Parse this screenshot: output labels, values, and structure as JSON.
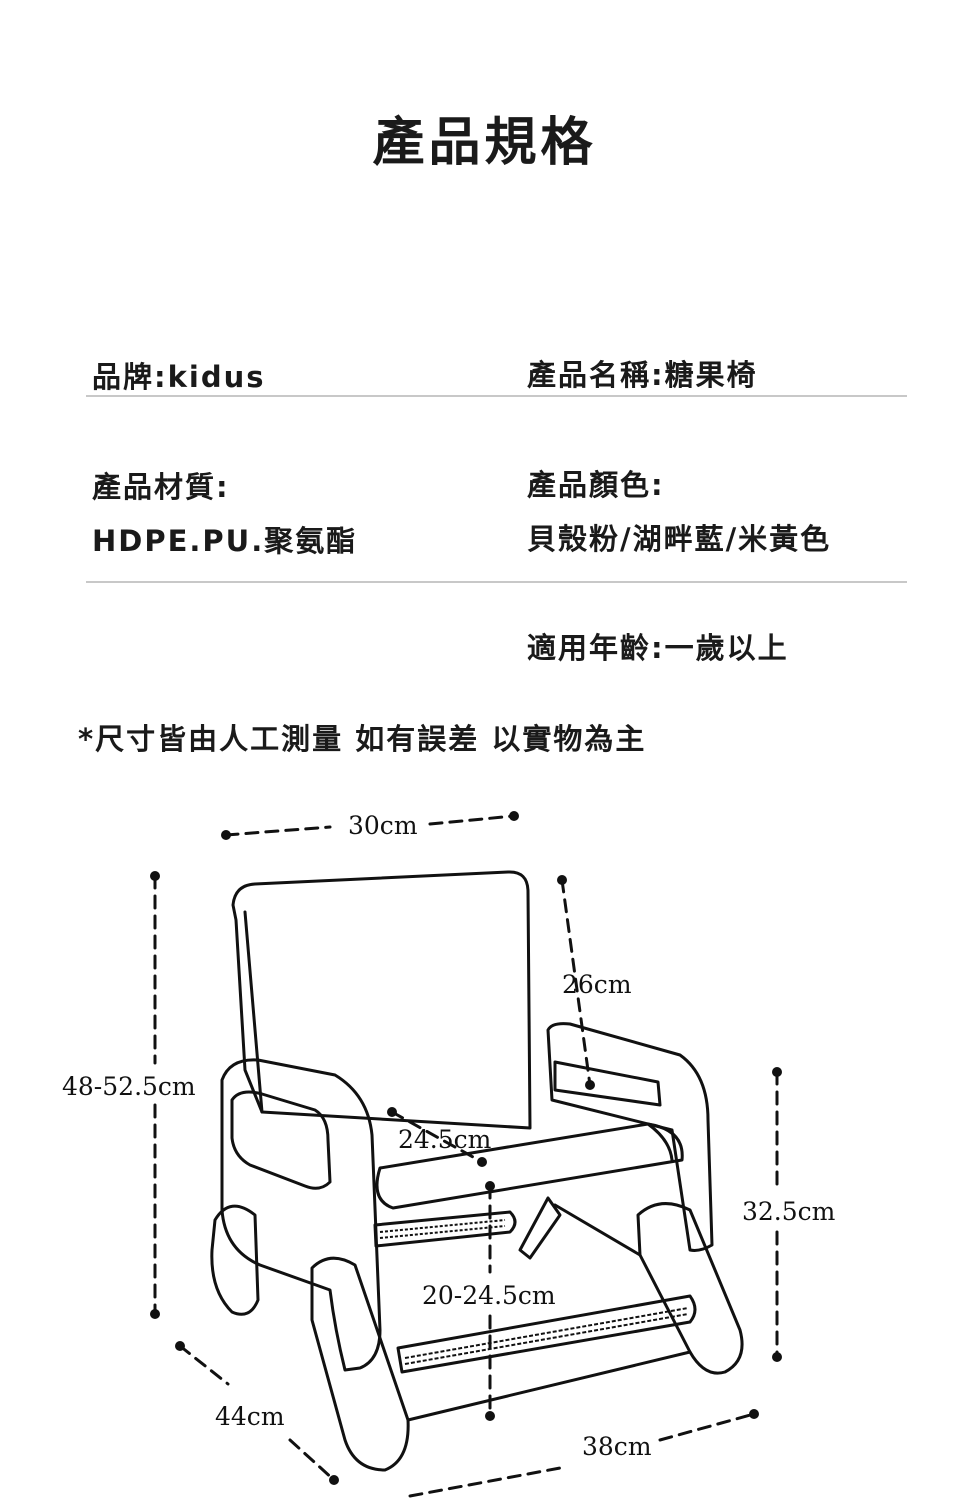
{
  "title": "產品規格",
  "specs": {
    "brand": "品牌:kidus",
    "name": "產品名稱:糖果椅",
    "material_label": "產品材質:",
    "material_value": "HDPE.PU.聚氨酯",
    "color_label": "產品顏色:",
    "color_value": "貝殼粉/湖畔藍/米黃色",
    "age": "適用年齡:一歲以上"
  },
  "note": "*尺寸皆由人工測量 如有誤差 以實物為主",
  "dimensions": {
    "top_width": "30cm",
    "back_height": "26cm",
    "total_height": "48-52.5cm",
    "seat_depth": "24.5cm",
    "arm_height": "32.5cm",
    "seat_height": "20-24.5cm",
    "side_depth": "44cm",
    "front_width": "38cm"
  }
}
